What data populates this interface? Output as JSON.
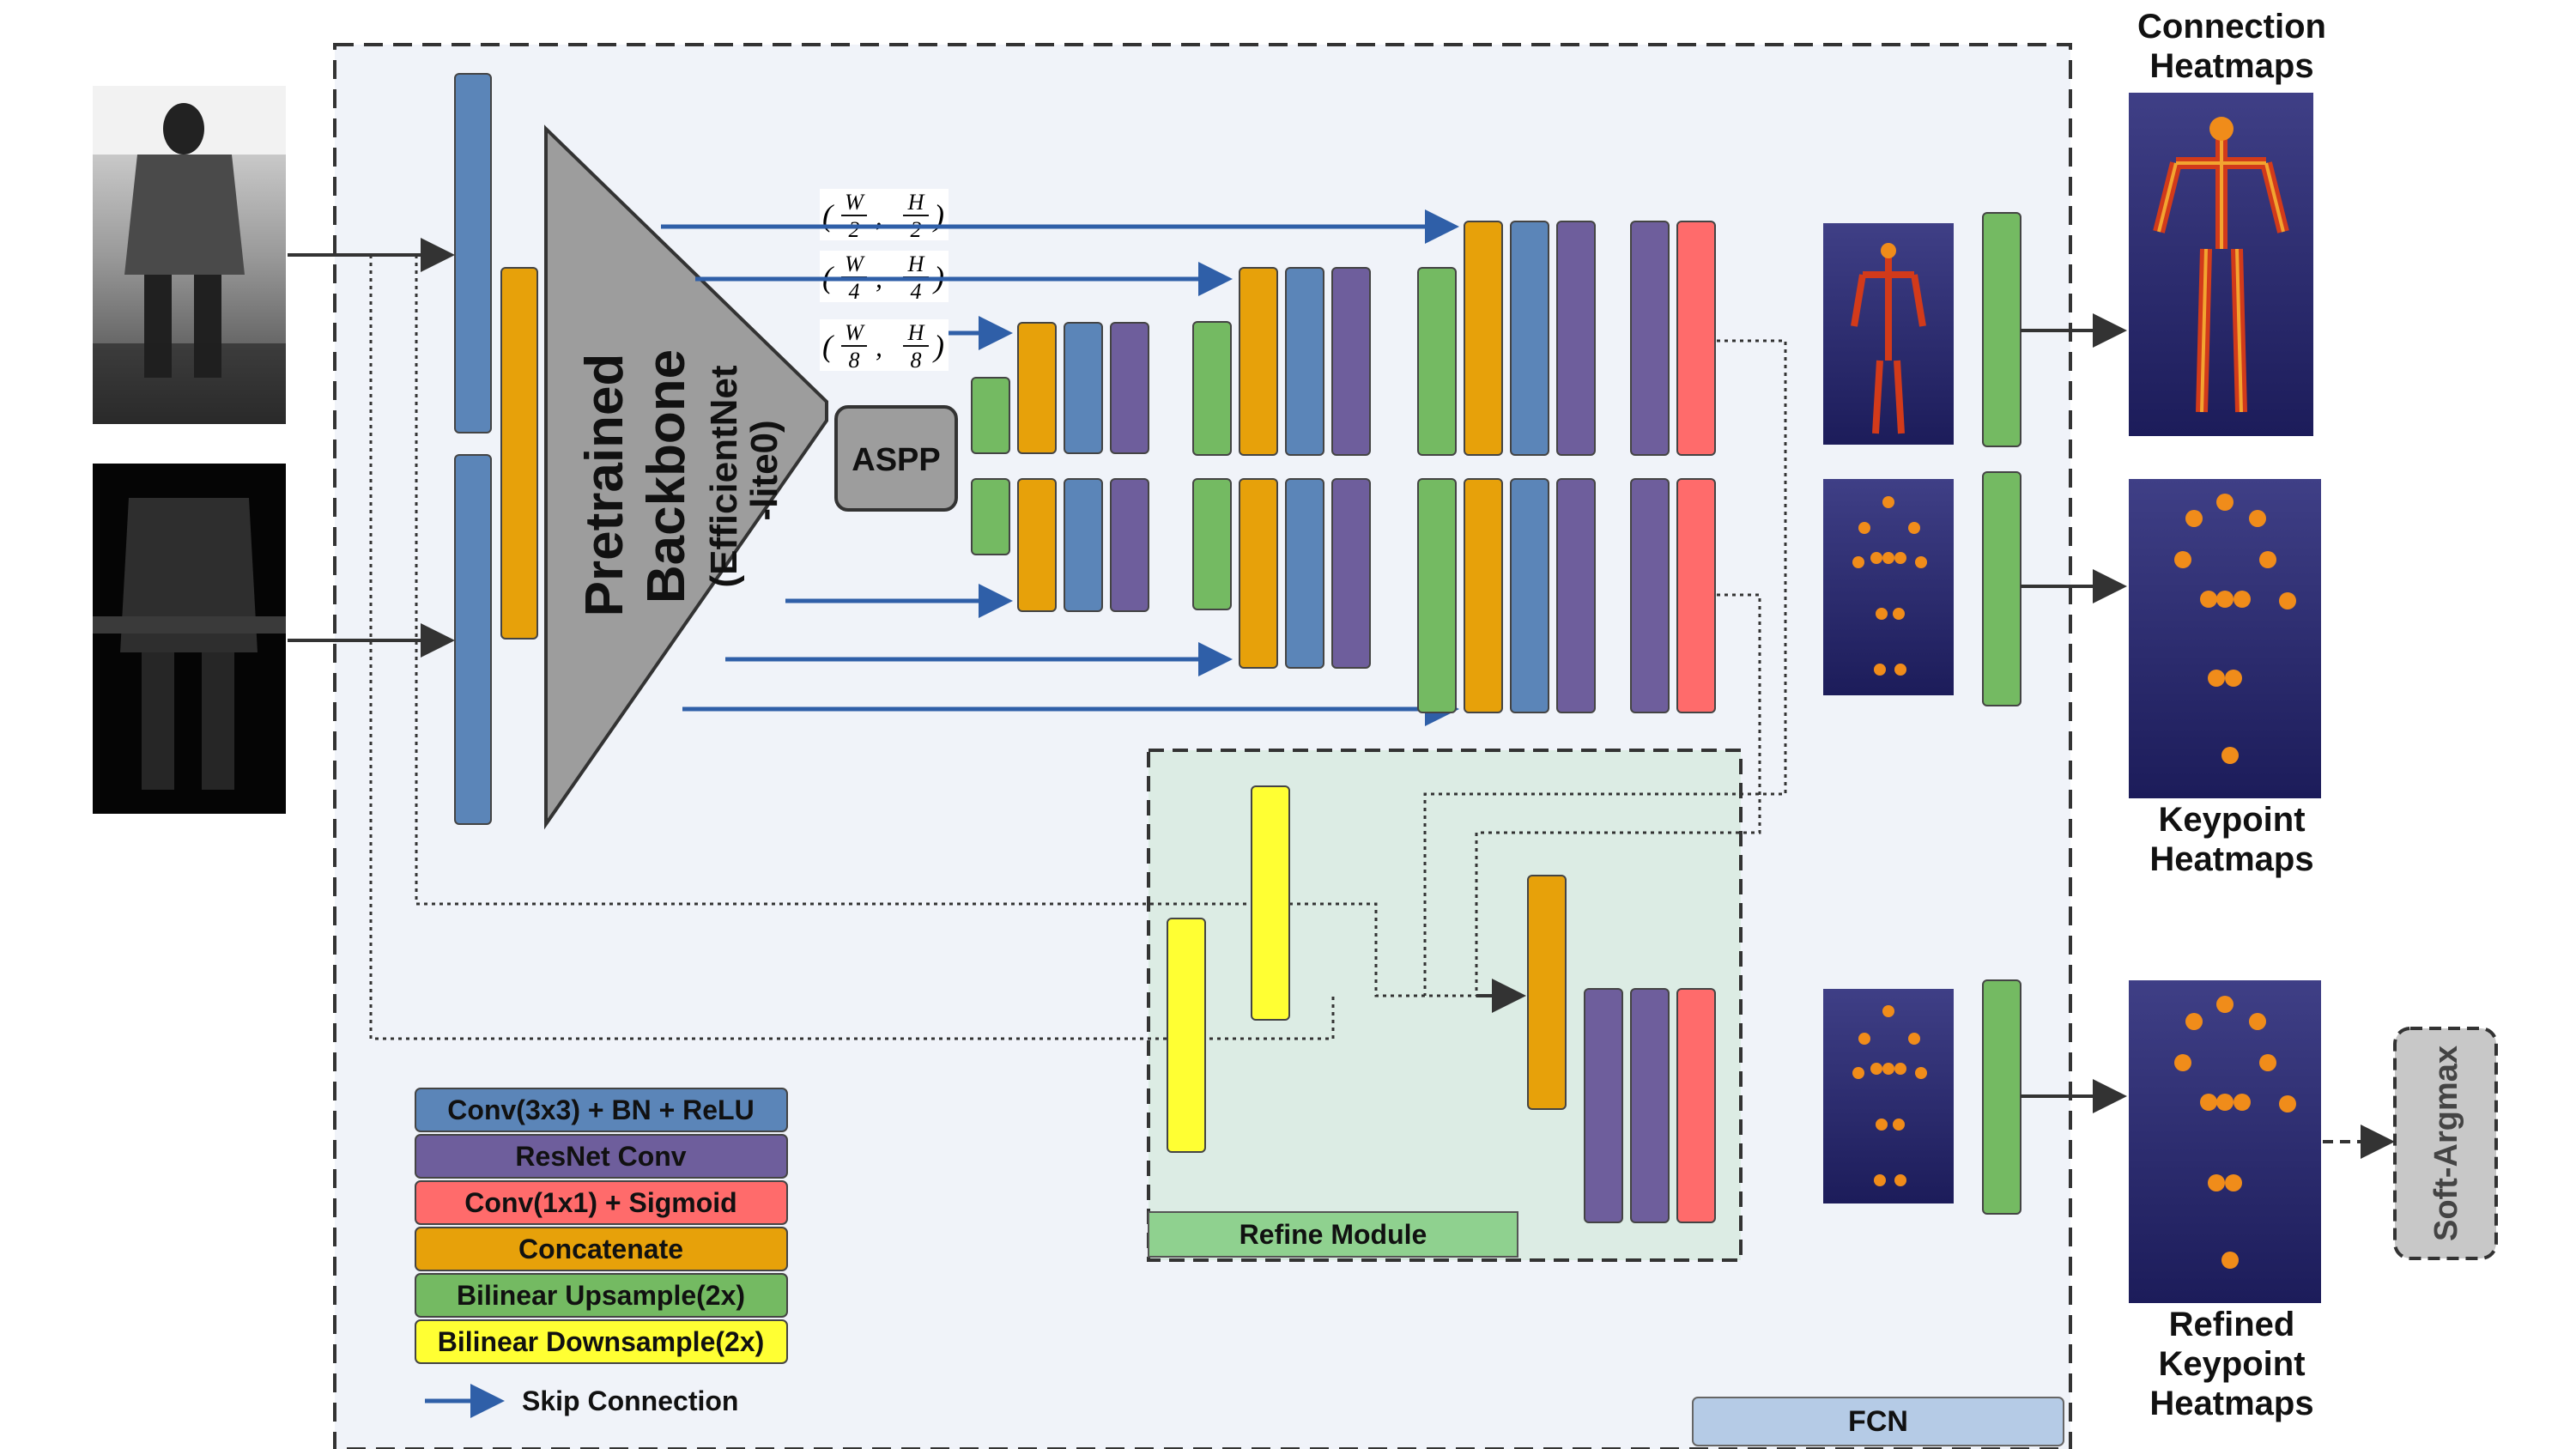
{
  "labels": {
    "backbone_title": "Pretrained",
    "backbone_line2": "Backbone",
    "backbone_line3": "(EfficientNet",
    "backbone_line4": "-lite0)",
    "aspp": "ASPP",
    "refine_module": "Refine Module",
    "fcn": "FCN",
    "soft_argmax": "Soft-Argmax",
    "connection_heatmaps": [
      "Connection",
      "Heatmaps"
    ],
    "keypoint_heatmaps": [
      "Keypoint",
      "Heatmaps"
    ],
    "refined_keypoint_heatmaps": [
      "Refined",
      "Keypoint",
      "Heatmaps"
    ]
  },
  "scales": [
    {
      "num_w": "W",
      "den_w": "2",
      "num_h": "H",
      "den_h": "2"
    },
    {
      "num_w": "W",
      "den_w": "4",
      "num_h": "H",
      "den_h": "4"
    },
    {
      "num_w": "W",
      "den_w": "8",
      "num_h": "H",
      "den_h": "8"
    }
  ],
  "legend": {
    "items": [
      {
        "label": "Conv(3x3) + BN + ReLU",
        "color": "#5b85b8"
      },
      {
        "label": "ResNet Conv",
        "color": "#6e5e9c"
      },
      {
        "label": "Conv(1x1) + Sigmoid",
        "color": "#ff6b6b"
      },
      {
        "label": "Concatenate",
        "color": "#e7a10a"
      },
      {
        "label": "Bilinear Upsample(2x)",
        "color": "#74ba62"
      },
      {
        "label": "Bilinear Downsample(2x)",
        "color": "#ffff33"
      }
    ],
    "skip_connection": "Skip Connection",
    "skip_color": "#2f5fa8"
  }
}
